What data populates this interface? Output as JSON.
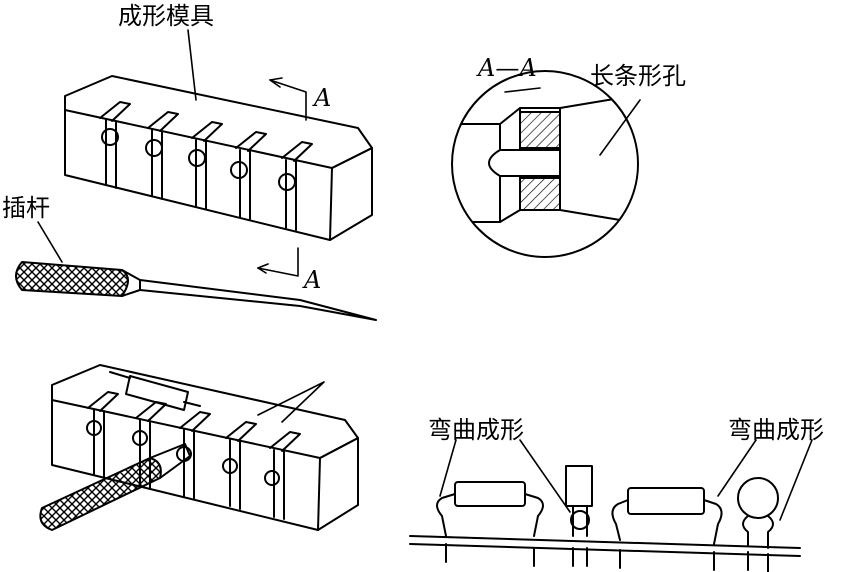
{
  "labels": {
    "forming_die": "成形模具",
    "insert_rod": "插杆",
    "section": "A—A",
    "slot_hole": "长条形孔",
    "bend_left": "弯曲成形",
    "bend_right": "弯曲成形",
    "mark_top": "A",
    "mark_bottom": "A"
  },
  "colors": {
    "line": "#000000",
    "background": "#ffffff"
  }
}
